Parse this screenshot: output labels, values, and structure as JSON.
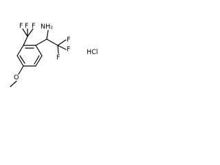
{
  "structure": {
    "labels": {
      "f_top_left": "F",
      "f_top_middle": "F",
      "f_top_right": "F",
      "nh2": "NH₂",
      "f_right_top": "F",
      "f_right_middle": "F",
      "f_right_bottom": "F",
      "o": "O",
      "hcl": "HCl"
    }
  }
}
